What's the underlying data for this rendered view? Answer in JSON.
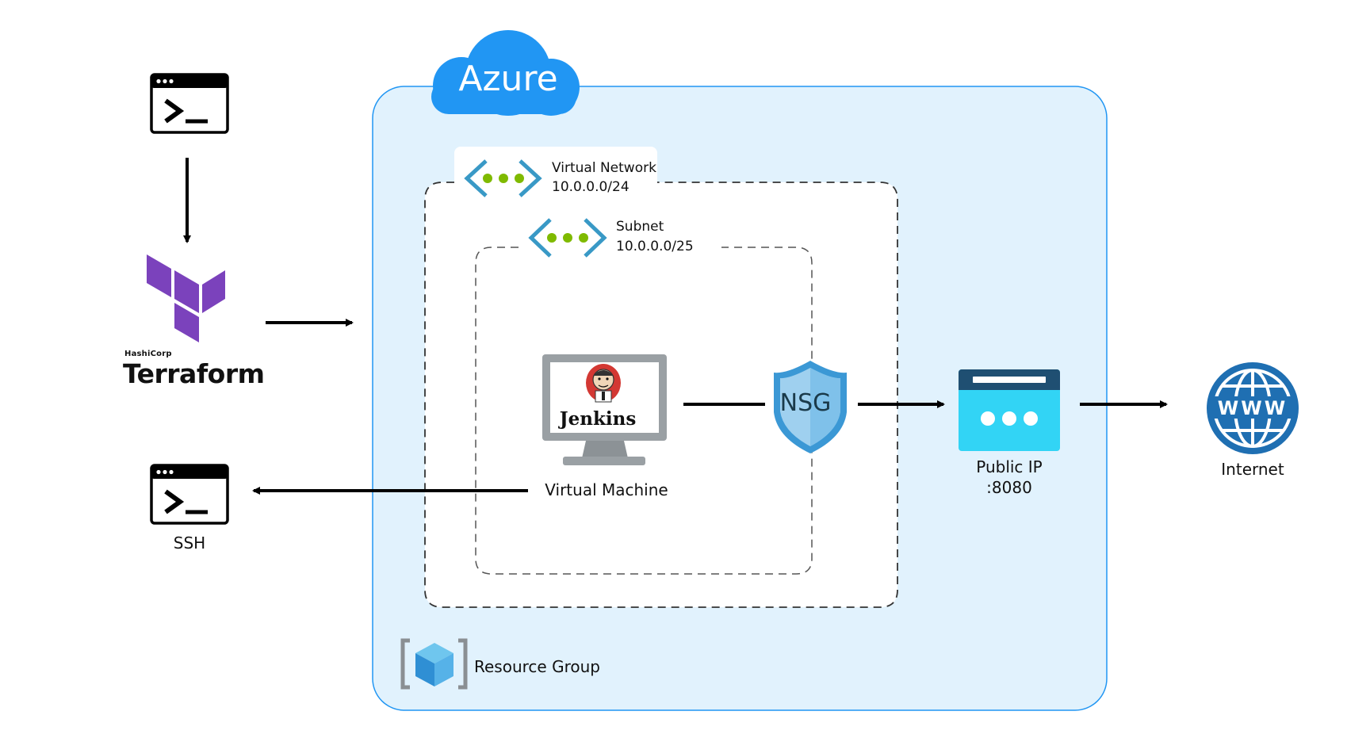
{
  "azure": {
    "title": "Azure"
  },
  "terraform": {
    "brand": "HashiCorp",
    "name": "Terraform"
  },
  "vnet": {
    "title": "Virtual Network",
    "cidr": "10.0.0.0/24"
  },
  "subnet": {
    "title": "Subnet",
    "cidr": "10.0.0.0/25"
  },
  "vm": {
    "app": "Jenkins",
    "label": "Virtual Machine"
  },
  "nsg": {
    "label": "NSG"
  },
  "public_ip": {
    "label": "Public IP",
    "port": ":8080"
  },
  "internet": {
    "label": "Internet"
  },
  "ssh": {
    "label": "SSH"
  },
  "resource_group": {
    "label": "Resource Group"
  },
  "icons": [
    "terminal-icon",
    "terraform-logo",
    "virtual-network-icon",
    "subnet-icon",
    "monitor-icon",
    "jenkins-logo",
    "shield-icon",
    "public-ip-icon",
    "globe-icon",
    "resource-group-icon",
    "cloud-icon"
  ],
  "colors": {
    "azure_blue": "#2196f3",
    "container_bg": "#e1f2fd",
    "terraform_purple": "#7b42bc",
    "network_green": "#7fba00",
    "ip_cyan": "#32d4f5",
    "globe_blue": "#1f6fb2"
  }
}
